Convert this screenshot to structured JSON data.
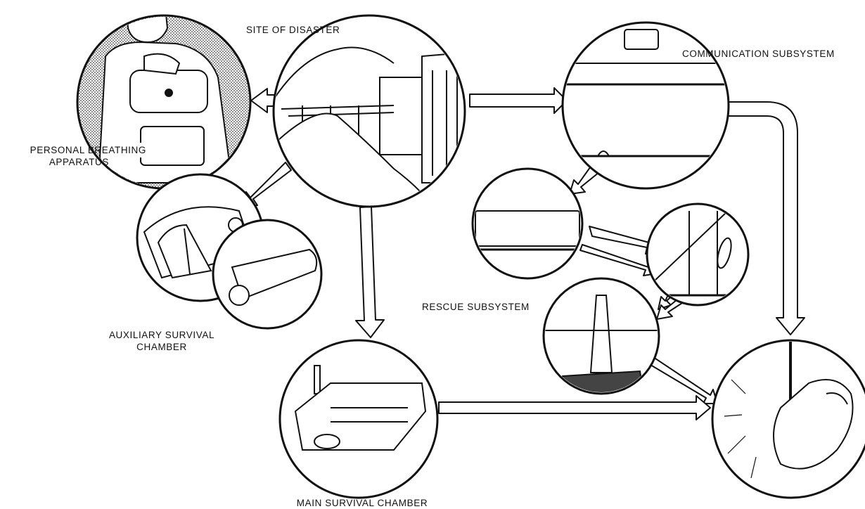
{
  "labels": {
    "site_of_disaster": "SITE OF DISASTER",
    "communication_subsystem": "COMMUNICATION SUBSYSTEM",
    "personal_breathing_line1": "PERSONAL BREATHING",
    "personal_breathing_line2": "APPARATUS",
    "rescue_subsystem": "RESCUE SUBSYSTEM",
    "auxiliary_line1": "AUXILIARY SURVIVAL",
    "auxiliary_line2": "CHAMBER",
    "main_survival_chamber": "MAIN SURVIVAL CHAMBER"
  },
  "colors": {
    "ink": "#111111",
    "paper": "#ffffff"
  }
}
